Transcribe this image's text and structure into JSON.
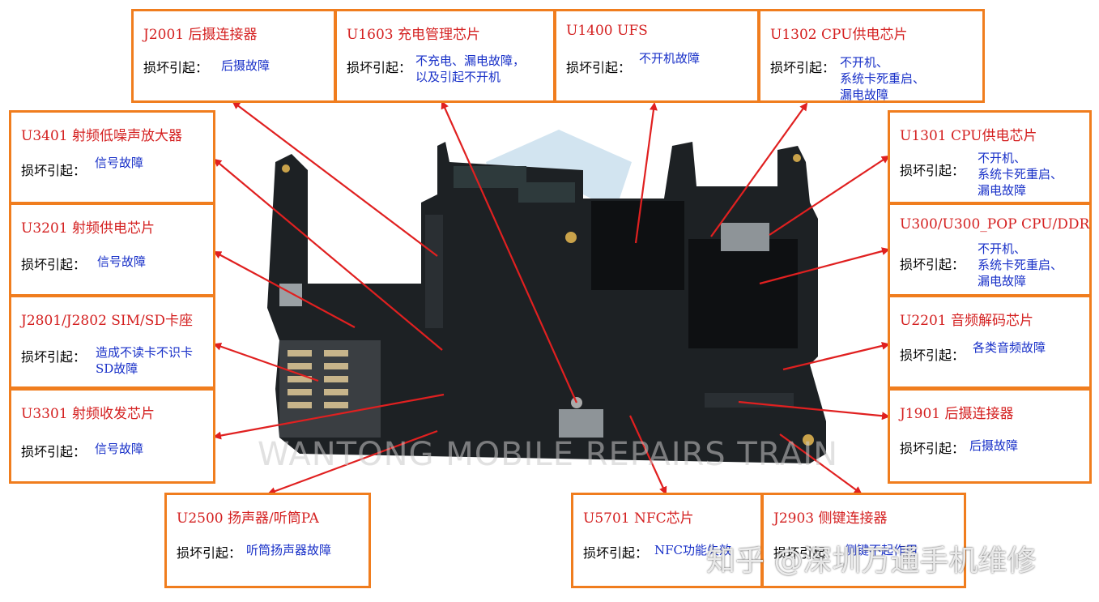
{
  "damage_prefix": "损坏引起：",
  "watermark_en": "WANTONG MOBILE REPAIRS TRAIN",
  "watermark_cn": "知乎 @深圳万通手机维修",
  "callouts": {
    "j2001": {
      "title": "J2001  后摄连接器",
      "value": "后摄故障"
    },
    "u1603": {
      "title": "U1603  充电管理芯片",
      "value": "不充电、漏电故障，\n以及引起不开机"
    },
    "u1400": {
      "title": "U1400   UFS",
      "value": "不开机故障"
    },
    "u1302": {
      "title": "U1302 CPU供电芯片",
      "value": "不开机、\n系统卡死重启、\n漏电故障"
    },
    "u3401": {
      "title": "U3401  射频低噪声放大器",
      "value": "信号故障"
    },
    "u1301": {
      "title": "U1301 CPU供电芯片",
      "value": "不开机、\n系统卡死重启、\n漏电故障"
    },
    "u3201": {
      "title": "U3201  射频供电芯片",
      "value": "信号故障"
    },
    "u300": {
      "title": "U300/U300_POP   CPU/DDR",
      "value": "不开机、\n系统卡死重启、\n漏电故障"
    },
    "j2801": {
      "title": "J2801/J2802  SIM/SD卡座",
      "value": "造成不读卡不识卡\nSD故障"
    },
    "u2201": {
      "title": "U2201  音频解码芯片",
      "value": "各类音频故障"
    },
    "u3301": {
      "title": "U3301  射频收发芯片",
      "value": "信号故障"
    },
    "j1901": {
      "title": "J1901  后摄连接器",
      "value": "后摄故障"
    },
    "u2500": {
      "title": "U2500   扬声器/听筒PA",
      "value": "听筒扬声器故障"
    },
    "u5701": {
      "title": "U5701   NFC芯片",
      "value": "NFC功能失效"
    },
    "j2903": {
      "title": "J2903  侧键连接器",
      "value": "侧键不起作用"
    }
  }
}
